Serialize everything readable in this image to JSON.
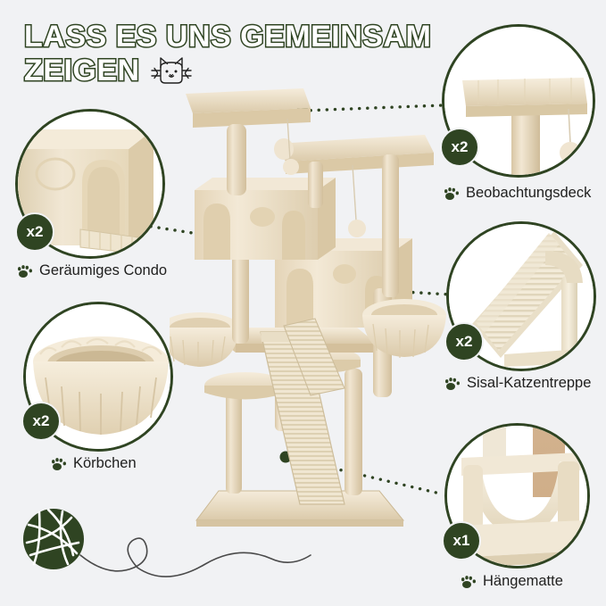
{
  "page": {
    "background_color": "#f1f2f4",
    "accent_color": "#2f4422",
    "product_color": "#ede0c8"
  },
  "headline": {
    "text": "LASS ES UNS GEMEINSAM\nZEIGEN",
    "icon": "cat-face-icon",
    "fill_color": "#ffffff",
    "outline_color": "#2f4422"
  },
  "product": {
    "name": "cat-tree-photo",
    "alt": "Beige plush cat tree tower with condos, baskets, ramps and perches"
  },
  "callouts": [
    {
      "id": "beobachtungsdeck",
      "label": "Beobachtungsdeck",
      "quantity": "x2",
      "icon": "paw-print-icon",
      "feature": "observation-deck"
    },
    {
      "id": "geraeumiges-condo",
      "label": "Geräumiges Condo",
      "quantity": "x2",
      "icon": "paw-print-icon",
      "feature": "spacious-condo"
    },
    {
      "id": "koerbchen",
      "label": "Körbchen",
      "quantity": "x2",
      "icon": "paw-print-icon",
      "feature": "plush-basket"
    },
    {
      "id": "sisal-katzentreppe",
      "label": "Sisal-Katzentreppe",
      "quantity": "x2",
      "icon": "paw-print-icon",
      "feature": "sisal-ramp"
    },
    {
      "id": "haengematte",
      "label": "Hängematte",
      "quantity": "x1",
      "icon": "paw-print-icon",
      "feature": "hammock"
    }
  ],
  "decoration": {
    "yarn_ball": "yarn-ball-icon",
    "yarn_string": "yarn-string-path"
  }
}
